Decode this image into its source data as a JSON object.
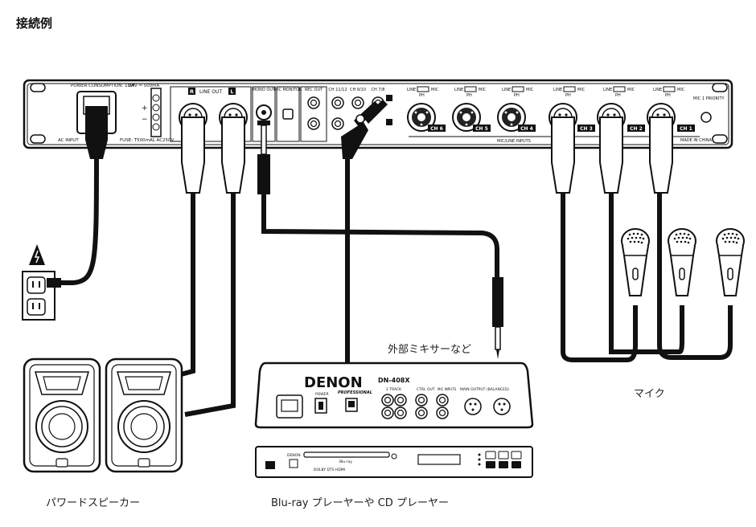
{
  "title": "接続例",
  "captions": {
    "speakers": "パワードスピーカー",
    "player": "Blu-ray プレーヤーや CD プレーヤー",
    "mixer": "外部ミキサーなど",
    "mics": "マイク"
  },
  "rear_panel": {
    "power_consumption": "POWER CONSUMPTION: 18W",
    "dc_out": "24V ⎓ 500mA",
    "ac_input": "AC INPUT",
    "fuse": "FUSE: T500mAL  AC250V",
    "line_out": "LINE OUT",
    "line_out_r": "R",
    "line_out_l": "L",
    "mono_out": "MONO OUT",
    "mic_monitor": "MIC MONITOR",
    "rec_out": "REC OUT",
    "ch_11_12": "CH 11/12",
    "ch_9_10": "CH 9/10",
    "ch_7_8": "CH 7/8",
    "line_mic": "LINE",
    "mic": "MIC",
    "ph": "PH",
    "mic_line_inputs": "MIC/LINE INPUTS",
    "channels": [
      "CH 6",
      "CH 5",
      "CH 4",
      "CH 3",
      "CH 2",
      "CH 1"
    ],
    "mic1_priority": "MIC 1 PRIORITY",
    "made_in": "MADE IN CHINA"
  },
  "mixer_device": {
    "brand": "DENON",
    "sub_brand": "PROFESSIONAL",
    "model": "DN-408X",
    "two_track": "2 TRACK",
    "ctrl_out": "CTRL OUT",
    "mic_inputs": "MIC INPUTS",
    "main_output": "MAIN OUTPUT (BALANCED)",
    "power": "POWER"
  },
  "player_device": {
    "brand": "DENON",
    "disc_label": "Blu-ray",
    "logos": "DOLBY  DTS  HDMI"
  }
}
